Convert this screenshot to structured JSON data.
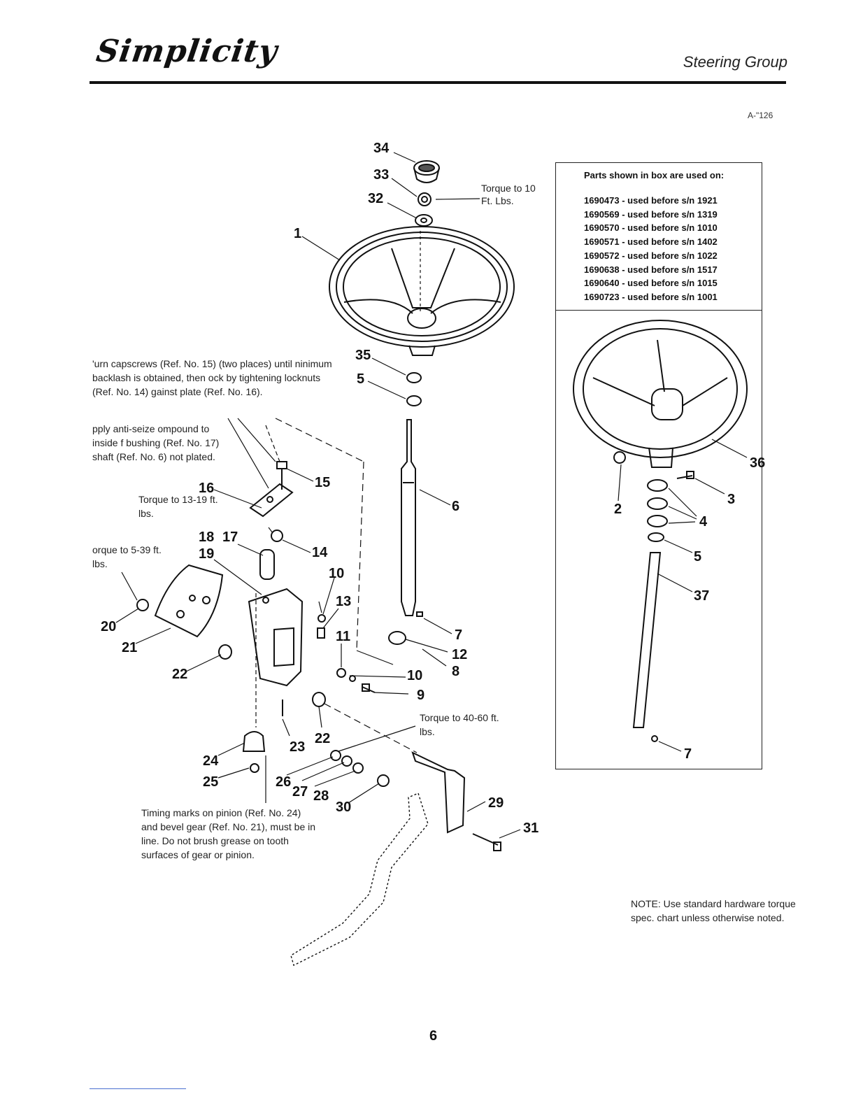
{
  "header": {
    "brand": "Simplicity",
    "section_title": "Steering Group",
    "figure_id": "A-\"126"
  },
  "notes": {
    "turn_capscrews": "'urn capscrews (Ref. No. 15) (two places) until ninimum backlash is obtained, then ock by tightening locknuts (Ref. No. 14) gainst plate (Ref. No. 16).",
    "apply_antiseize": "pply anti-seize ompound to inside f bushing (Ref. No. 17) shaft (Ref. No. 6) not plated.",
    "torque_13_19": "Torque to 13-19 ft. lbs.",
    "torque_25_39": "orque to 5-39 ft. lbs.",
    "torque_10": "Torque to 10 Ft. Lbs.",
    "torque_40_60": "Torque to 40-60 ft. lbs.",
    "timing_marks": "Timing marks on pinion (Ref. No. 24) and bevel gear (Ref. No. 21), must be in line. Do not brush grease on tooth surfaces of gear or pinion.",
    "general": "NOTE: Use standard hardware torque spec. chart unless otherwise noted."
  },
  "parts_box": {
    "title": "Parts shown in box are used on:",
    "items": [
      "1690473 - used before s/n 1921",
      "1690569 - used before s/n 1319",
      "1690570 - used before s/n 1010",
      "1690571 - used before s/n 1402",
      "1690572 - used before s/n 1022",
      "1690638 - used before s/n 1517",
      "1690640 - used before s/n 1015",
      "1690723 - used before s/n 1001"
    ]
  },
  "callouts": {
    "c34": "34",
    "c33": "33",
    "c32": "32",
    "c1": "1",
    "c35": "35",
    "c5": "5",
    "c15": "15",
    "c16": "16",
    "c6": "6",
    "c18": "18",
    "c17": "17",
    "c14": "14",
    "c19": "19",
    "c10a": "10",
    "c13": "13",
    "c11": "11",
    "c20": "20",
    "c21": "21",
    "c7": "7",
    "c12": "12",
    "c8": "8",
    "c22a": "22",
    "c10b": "10",
    "c9": "9",
    "c23": "23",
    "c22b": "22",
    "c24": "24",
    "c25": "25",
    "c26": "26",
    "c27": "27",
    "c28": "28",
    "c30": "30",
    "c29": "29",
    "c31": "31",
    "box_c36": "36",
    "box_c2": "2",
    "box_c3": "3",
    "box_c4": "4",
    "box_c5": "5",
    "box_c37": "37",
    "box_c7": "7"
  },
  "page_number": "6"
}
